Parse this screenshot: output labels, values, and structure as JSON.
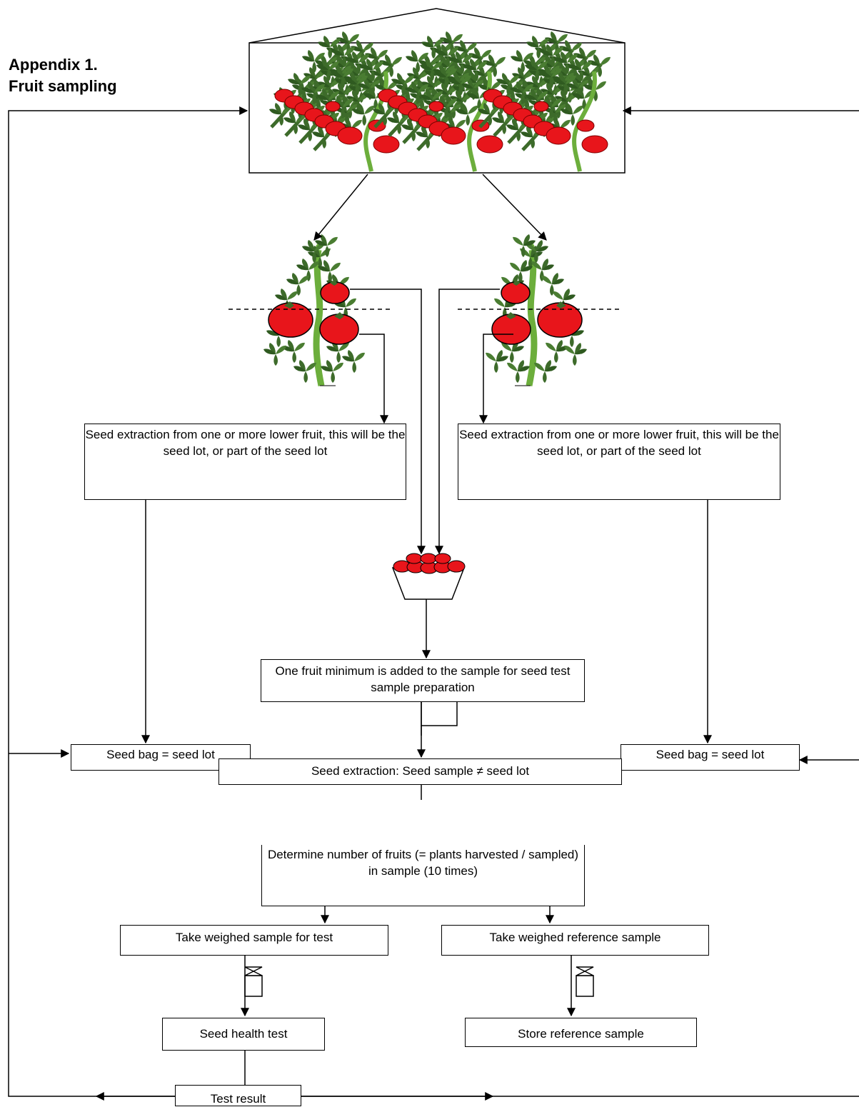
{
  "title": {
    "line1": "Appendix 1.",
    "line2": "Fruit sampling"
  },
  "boxes": {
    "extraction_left": "Seed extraction from one or more lower fruit, this will be the seed lot, or part of the seed lot",
    "extraction_right": "Seed extraction from one or more lower fruit, this will be the seed lot, or part of the seed lot",
    "fruit_added": "One fruit minimum is added to the sample for seed test sample preparation",
    "seed_bag_left": "Seed bag = seed lot",
    "seed_bag_right": "Seed bag = seed lot",
    "seed_extraction": "Seed extraction: Seed sample ≠ seed lot",
    "determine_number": "Determine number of fruits (= plants harvested / sampled) in sample (10 times)",
    "weighed_test": "Take weighed sample for test",
    "weighed_reference": "Take weighed reference sample",
    "health_test": "Seed health test",
    "store_reference": "Store reference sample",
    "test_result": "Test result"
  },
  "colors": {
    "fruit": "#e8151b",
    "leaf": "#3d6b2a",
    "stem": "#6cae3c"
  },
  "icons": [
    "greenhouse-icon",
    "tomato-plant-icon",
    "fruit-basket-icon",
    "sample-container-icon"
  ]
}
